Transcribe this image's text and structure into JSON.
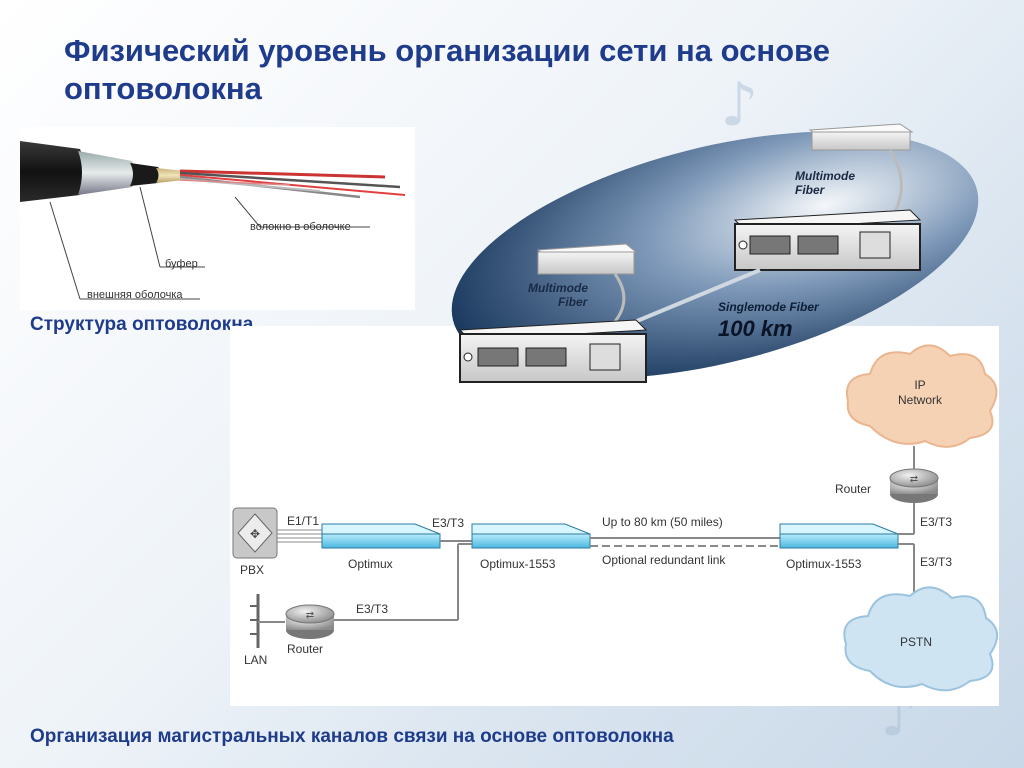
{
  "title": "Физический уровень организации сети на основе оптоволокна",
  "cable": {
    "caption": "Структура оптоволокна",
    "labels": {
      "fiber": "волокно в оболочке",
      "buffer": "буфер",
      "sheath": "внешняя оболочка"
    }
  },
  "fiber_link": {
    "multimode_top": "Multimode Fiber",
    "multimode_left": "Multimode Fiber",
    "singlemode": "Singlemode Fiber",
    "distance": "100 km"
  },
  "network": {
    "ip_cloud": "IP Network",
    "router_top": "Router",
    "pbx": "PBX",
    "e1t1": "E1/T1",
    "optimux": "Optimux",
    "e3t3_left": "E3/T3",
    "optimux1553_left": "Optimux-1553",
    "range": "Up to 80 km (50 miles)",
    "redundant": "Optional redundant link",
    "optimux1553_right": "Optimux-1553",
    "e3t3_right_top": "E3/T3",
    "e3t3_right_bottom": "E3/T3",
    "e3t3_router": "E3/T3",
    "router_bottom": "Router",
    "lan": "LAN",
    "pstn": "PSTN"
  },
  "footer_caption": "Организация магистральных каналов связи на основе оптоволокна",
  "colors": {
    "title": "#1f3c8c",
    "ellipse": "#1c3d66",
    "optimux": "#7fd0ea",
    "ip_cloud": "#f6d2b4",
    "pstn_cloud": "#cfe4f2"
  }
}
